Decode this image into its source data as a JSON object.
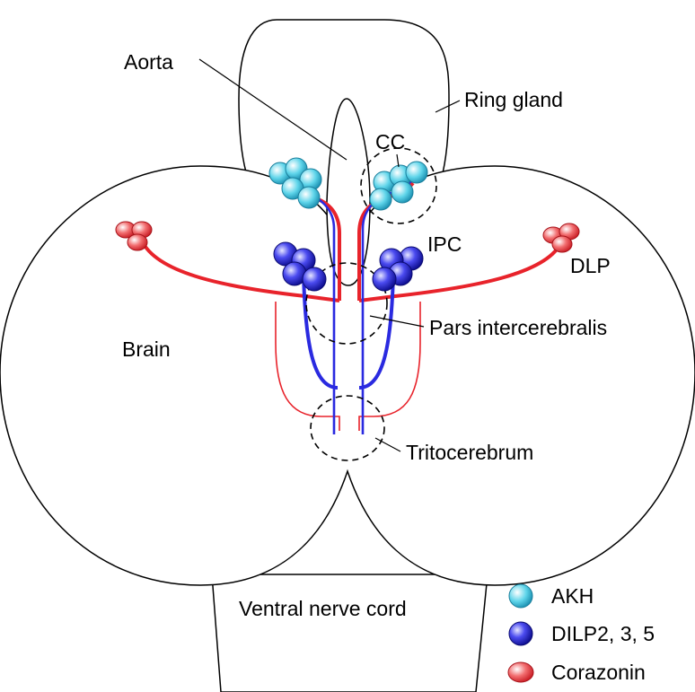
{
  "labels": {
    "aorta": "Aorta",
    "ring_gland": "Ring gland",
    "cc": "CC",
    "ipc": "IPC",
    "dlp": "DLP",
    "brain": "Brain",
    "pars_intercerebralis": "Pars intercerebralis",
    "tritocerebrum": "Tritocerebrum",
    "ventral_nerve_cord": "Ventral nerve cord"
  },
  "legend": [
    {
      "label": "AKH",
      "color": "#3fc6df"
    },
    {
      "label": "DILP2, 3, 5",
      "color": "#2a2ae0"
    },
    {
      "label": "Corazonin",
      "color": "#e8232b"
    }
  ],
  "colors": {
    "akh": "#3fc6df",
    "dilp": "#2a2ae0",
    "corazonin": "#e8232b"
  }
}
